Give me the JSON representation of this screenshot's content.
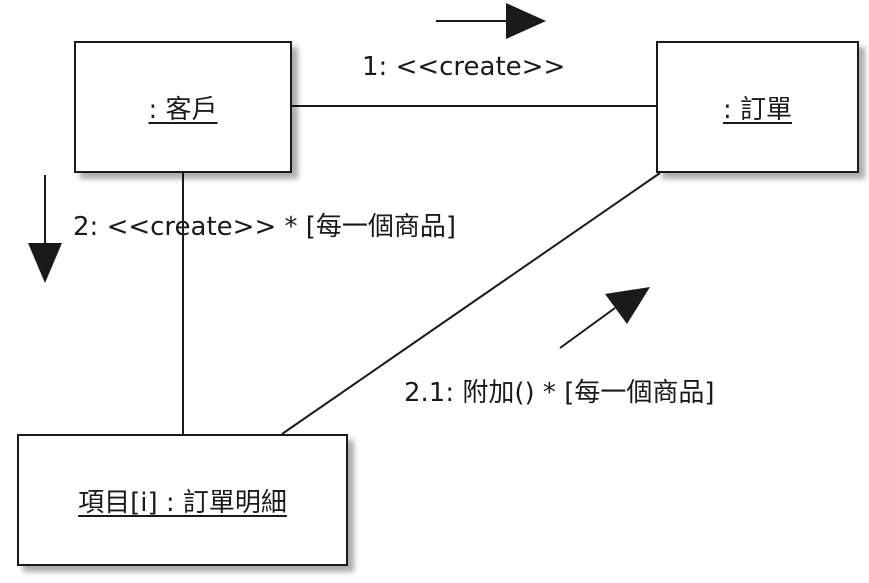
{
  "objects": {
    "customer": {
      "label": ": 客戶"
    },
    "order": {
      "label": ": 訂單"
    },
    "orderline": {
      "label": "項目[i] : 訂單明細"
    }
  },
  "messages": {
    "m1": {
      "label": "1: <<create>>"
    },
    "m2": {
      "label": "2: <<create>> * [每一個商品]"
    },
    "m21": {
      "label": "2.1: 附加() * [每一個商品]"
    }
  },
  "colors": {
    "stroke": "#1a1a1a",
    "background": "#ffffff"
  }
}
